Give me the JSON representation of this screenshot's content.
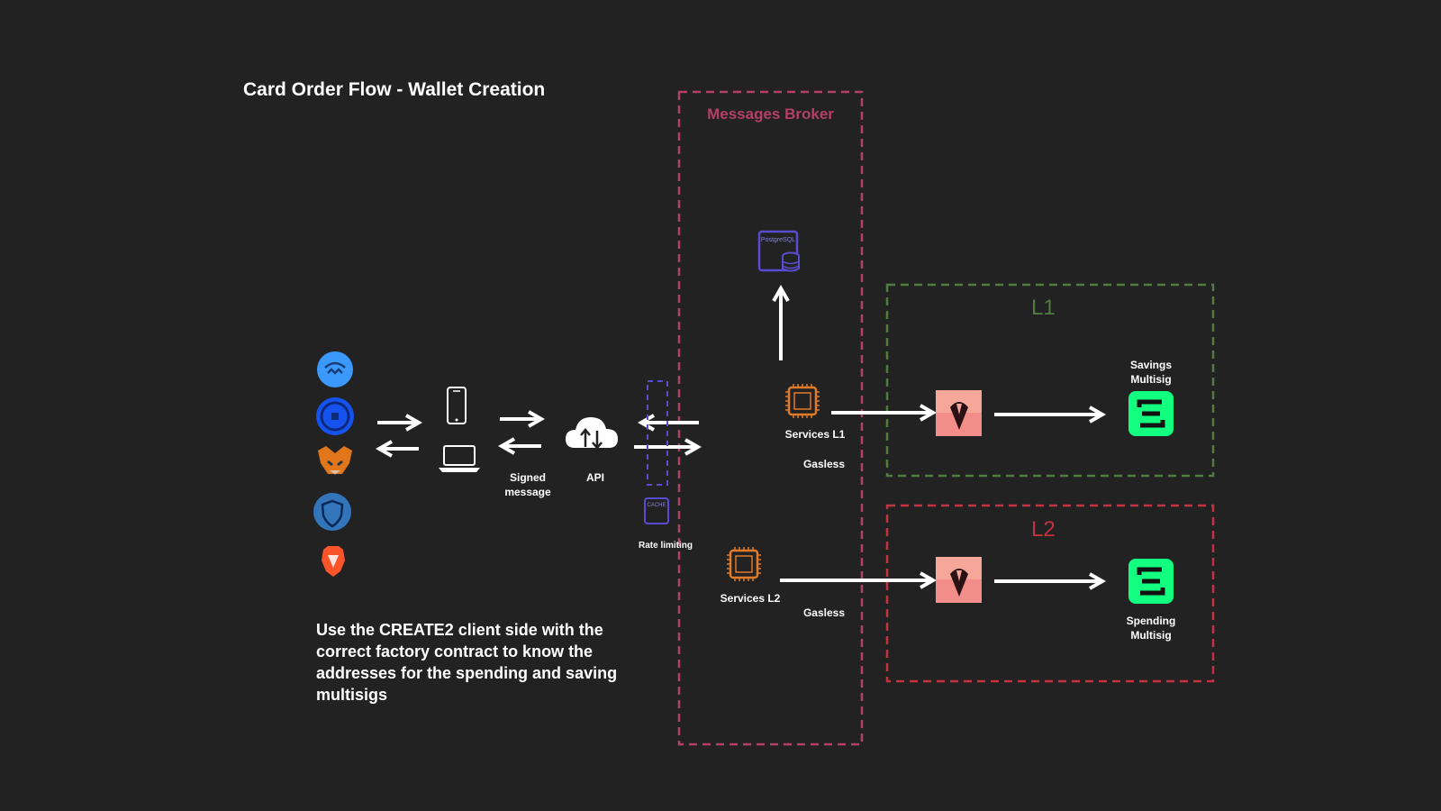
{
  "title": "Card Order Flow - Wallet Creation",
  "note": "Use the CREATE2 client side with the correct factory contract to know the addresses for the spending and saving multisigs",
  "broker": {
    "title": "Messages Broker"
  },
  "database": {
    "label": "PostgreSQL"
  },
  "cache": {
    "label": "CACHE"
  },
  "labels": {
    "signed_message_1": "Signed",
    "signed_message_2": "message",
    "api": "API",
    "rate_limiting": "Rate limiting",
    "services_l1": "Services L1",
    "services_l2": "Services L2",
    "gasless_1": "Gasless",
    "gasless_2": "Gasless"
  },
  "l1": {
    "title": "L1",
    "multisig_1": "Savings",
    "multisig_2": "Multisig"
  },
  "l2": {
    "title": "L2",
    "multisig_1": "Spending",
    "multisig_2": "Multisig"
  },
  "wallets": [
    "walletconnect-icon",
    "coinbase-wallet-icon",
    "metamask-icon",
    "trust-wallet-icon",
    "brave-wallet-icon"
  ],
  "colors": {
    "background": "#222222",
    "broker_border": "#b43f68",
    "l1_border": "#4f7d3d",
    "l2_border": "#c4313f",
    "service_icon": "#e07b29",
    "multisig_icon": "#12ff80",
    "relay_icon": "#f47c7c",
    "db_icon": "#5a4bd1"
  }
}
